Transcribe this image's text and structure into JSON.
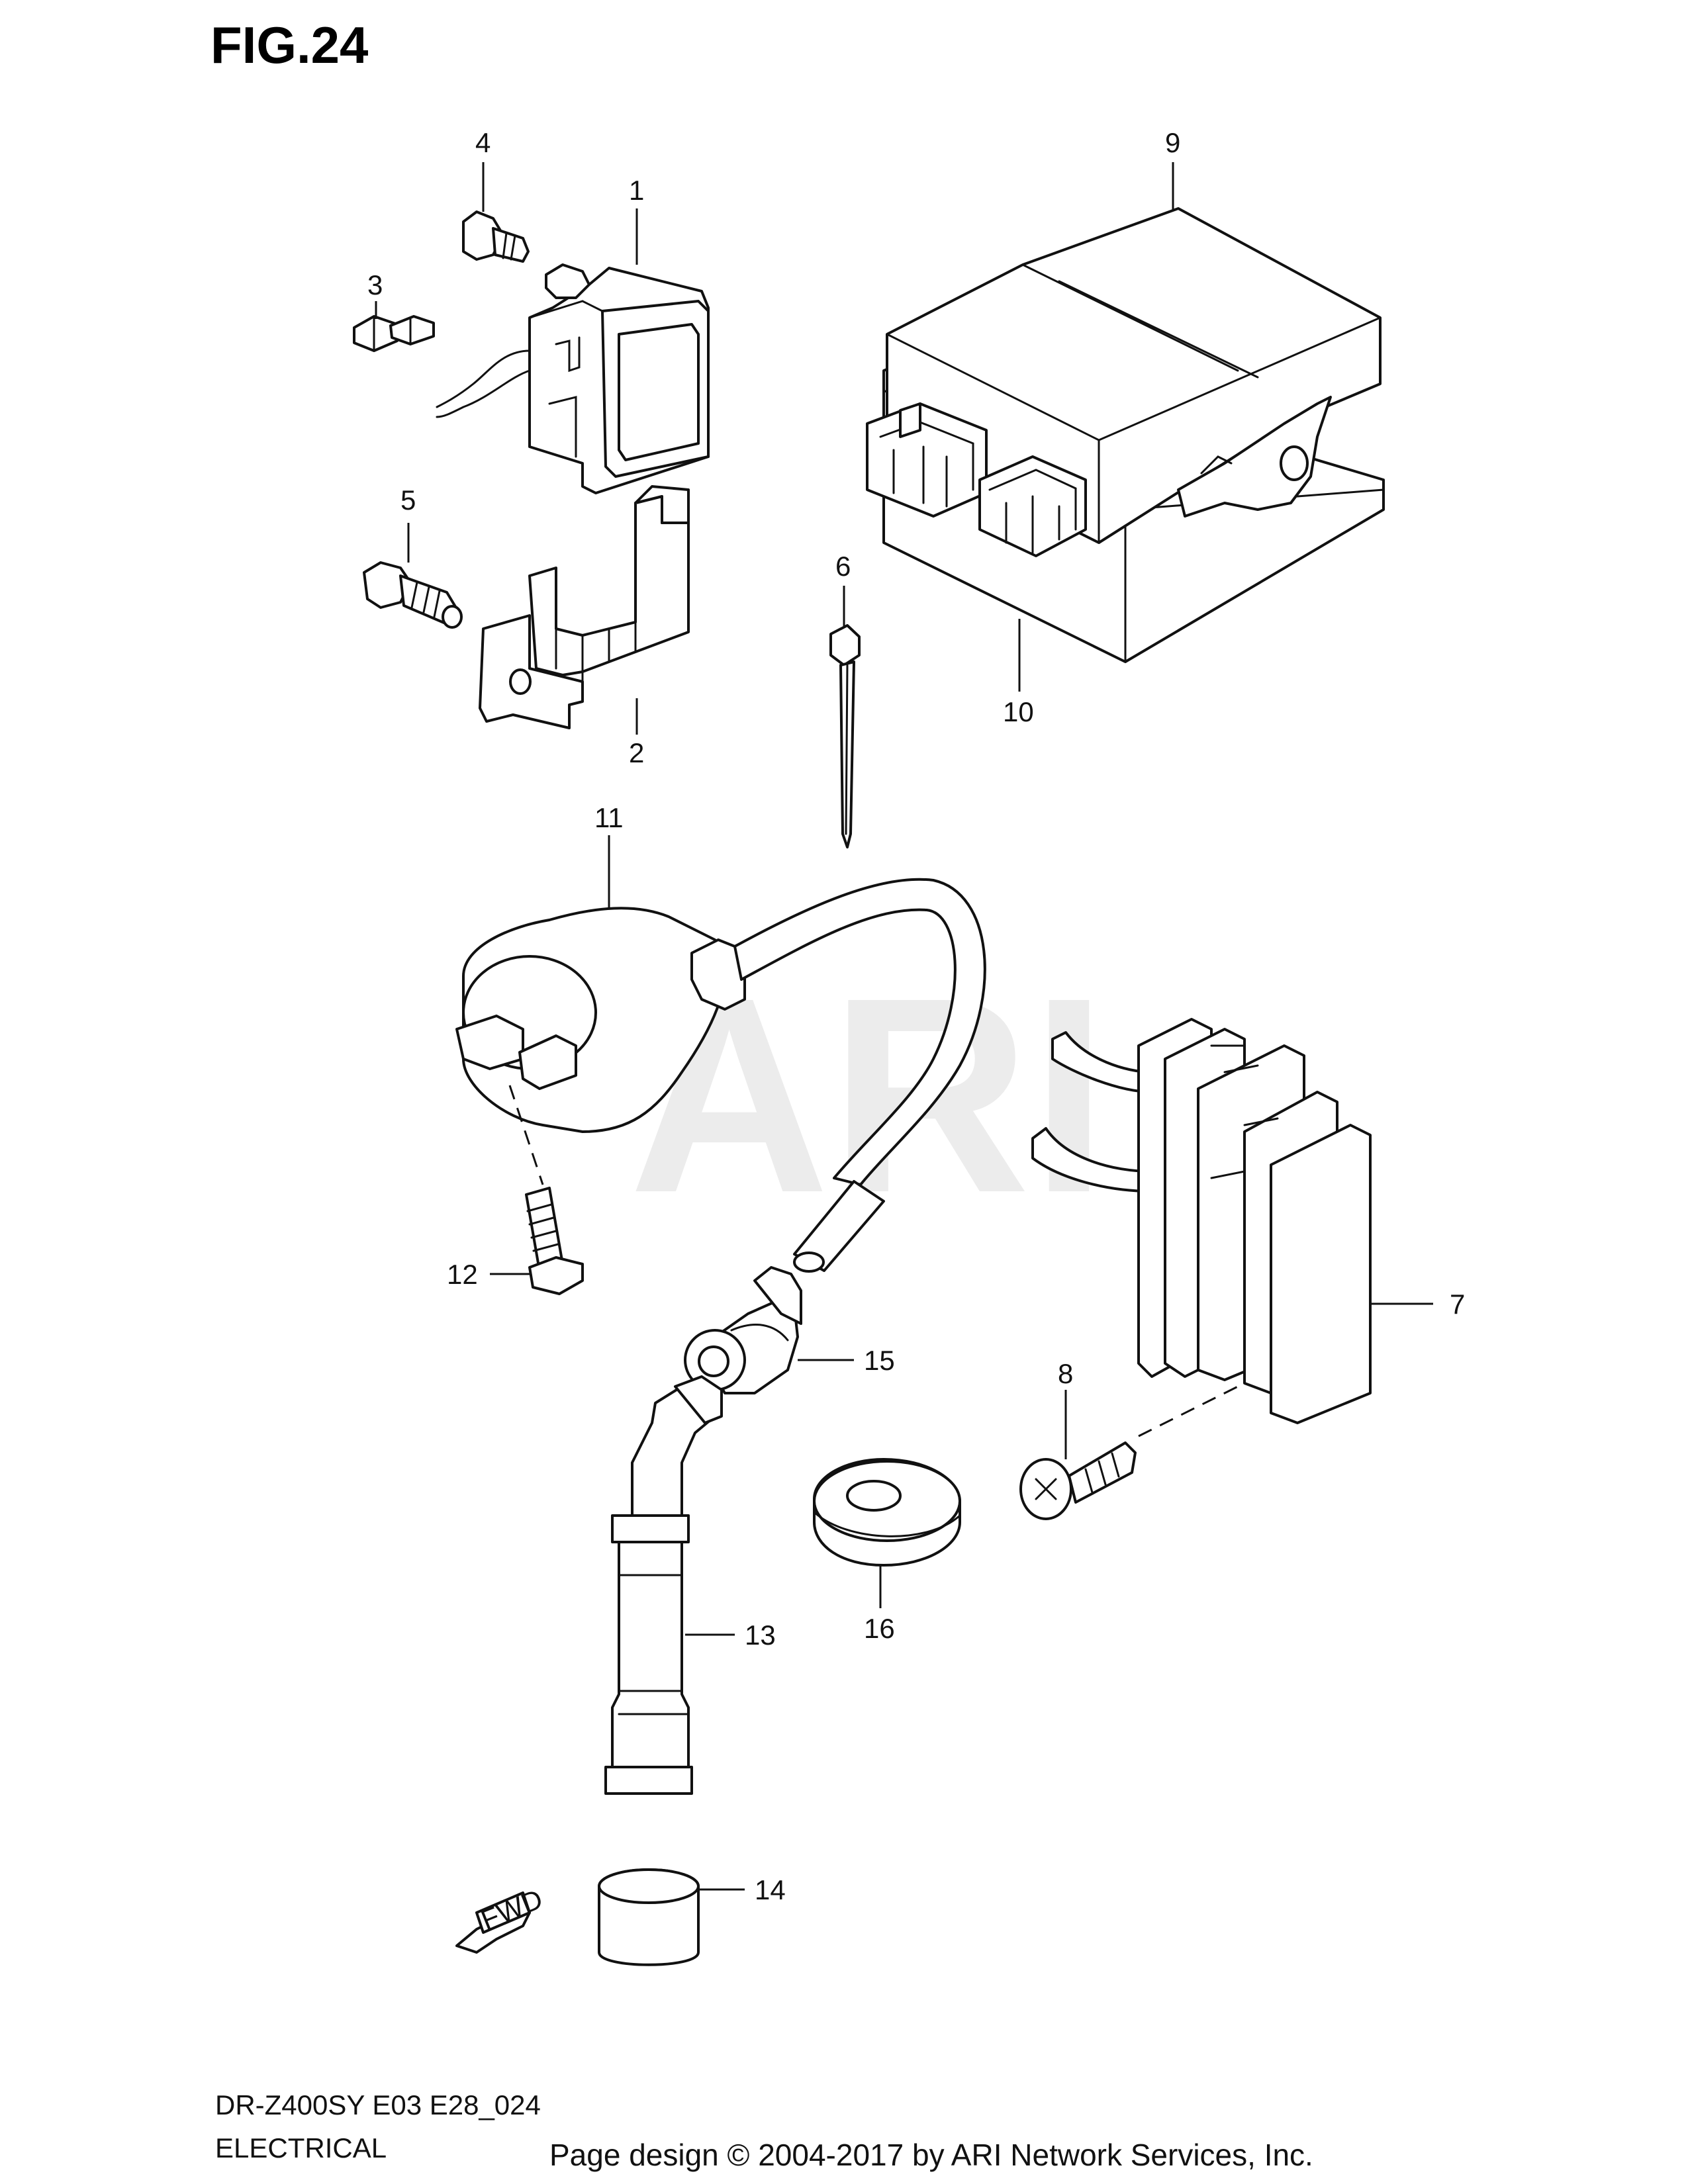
{
  "title": "FIG.24",
  "watermark": "ARI",
  "fwd_label": "FWD",
  "footer": {
    "model_code": "DR-Z400SY  E03  E28_024",
    "section": "ELECTRICAL",
    "copyright": "Page design © 2004-2017 by ARI Network Services, Inc."
  },
  "callouts": [
    {
      "id": "1",
      "text": "1"
    },
    {
      "id": "2",
      "text": "2"
    },
    {
      "id": "3",
      "text": "3"
    },
    {
      "id": "4",
      "text": "4"
    },
    {
      "id": "5",
      "text": "5"
    },
    {
      "id": "6",
      "text": "6"
    },
    {
      "id": "7",
      "text": "7"
    },
    {
      "id": "8",
      "text": "8"
    },
    {
      "id": "9",
      "text": "9"
    },
    {
      "id": "10",
      "text": "10"
    },
    {
      "id": "11",
      "text": "11"
    },
    {
      "id": "12",
      "text": "12"
    },
    {
      "id": "13",
      "text": "13"
    },
    {
      "id": "14",
      "text": "14"
    },
    {
      "id": "15",
      "text": "15"
    },
    {
      "id": "16",
      "text": "16"
    }
  ]
}
